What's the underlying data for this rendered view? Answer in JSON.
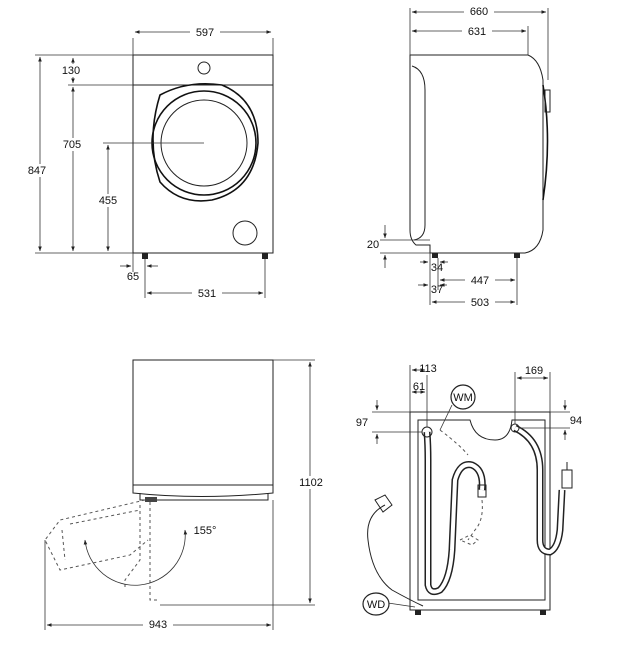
{
  "front_view": {
    "width": "597",
    "top_offset": "130",
    "door_center_height": "705",
    "total_height": "847",
    "door_bottom_height": "455",
    "foot_offset": "65",
    "foot_span": "531"
  },
  "side_view": {
    "total_depth": "660",
    "body_depth": "631",
    "foot_height": "20",
    "foot_offset_front": "34",
    "foot_span": "447",
    "foot_offset_rear": "37",
    "depth_to_rear_foot": "503"
  },
  "top_view": {
    "door_angle": "155°",
    "total_height_open": "1102",
    "width_door_open": "943"
  },
  "rear_view": {
    "dim_113": "113",
    "dim_61": "61",
    "dim_169": "169",
    "dim_97": "97",
    "dim_94": "94",
    "label_wm": "WM",
    "label_wd": "WD"
  }
}
